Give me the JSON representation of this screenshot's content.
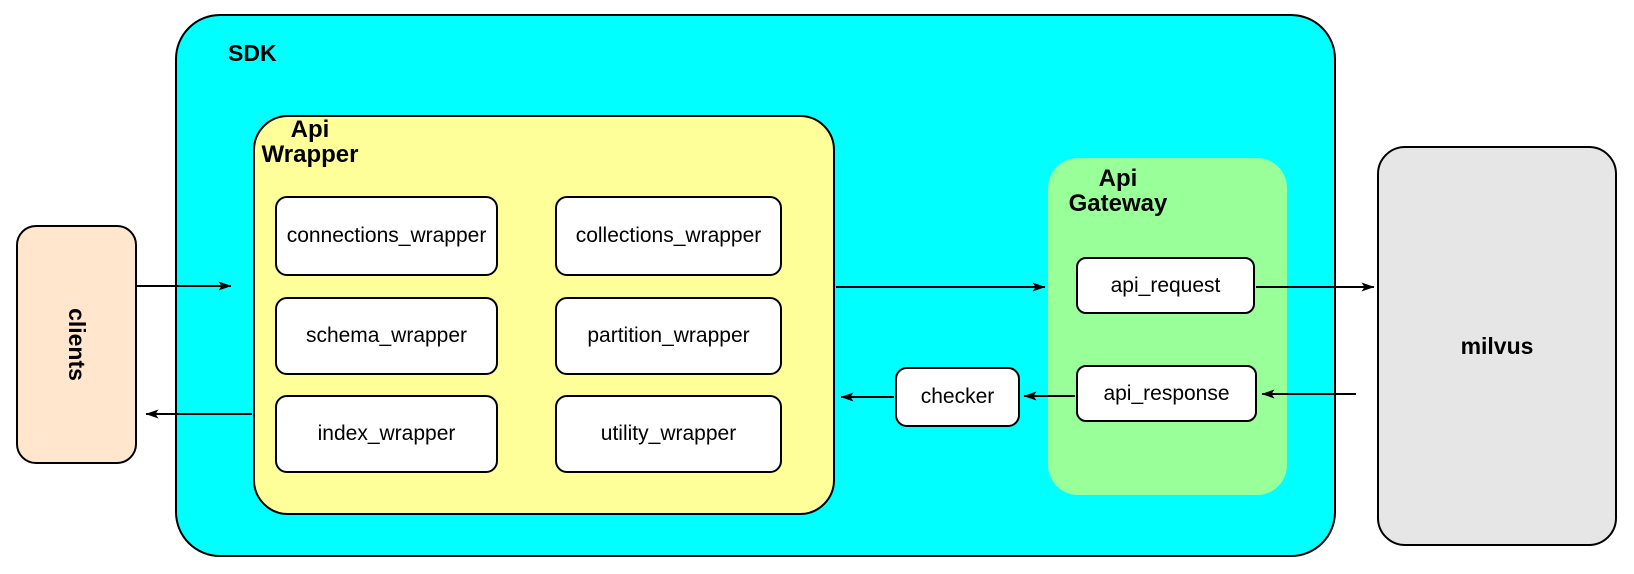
{
  "diagram": {
    "clients": {
      "label": "clients"
    },
    "sdk": {
      "label": "SDK",
      "api_wrapper": {
        "label": "Api\nWrapper",
        "modules": [
          "connections_wrapper",
          "collections_wrapper",
          "schema_wrapper",
          "partition_wrapper",
          "index_wrapper",
          "utility_wrapper"
        ]
      },
      "checker": {
        "label": "checker"
      },
      "api_gateway": {
        "label": "Api\nGateway",
        "request": {
          "label": "api_request"
        },
        "response": {
          "label": "api_response"
        }
      }
    },
    "milvus": {
      "label": "milvus"
    },
    "colors": {
      "sdk_fill": "#00FFFF",
      "api_wrapper_fill": "#FFFF99",
      "api_gateway_fill": "#99FF99",
      "clients_fill": "#FFE6CC",
      "milvus_fill": "#E6E6E6",
      "module_fill": "#FFFFFF",
      "stroke": "#000000"
    }
  }
}
